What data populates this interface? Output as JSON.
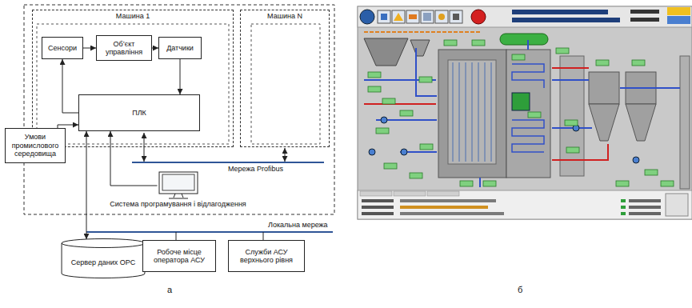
{
  "diagram": {
    "nodes": [
      {
        "text": [
          "Машина 1"
        ]
      },
      {
        "text": [
          "Сенсори"
        ],
        "in": 0
      },
      {
        "text": [
          "Об’єкт управління"
        ],
        "in": 0
      },
      {
        "text": [
          "Датчики"
        ],
        "in": 0
      },
      {
        "text": [
          "ПЛК"
        ],
        "in": 0
      },
      {
        "text": [
          "Машина N"
        ]
      },
      {
        "text": [
          "Умови промислового середовища"
        ]
      },
      {
        "text": [
          "Система програмування і відлагодження"
        ]
      },
      {
        "text": [
          "Сервер даних OPC"
        ]
      },
      {
        "text": [
          "Робоче місце оператора АСУ"
        ]
      },
      {
        "text": [
          "Служби АСУ верхнього рівня"
        ]
      }
    ],
    "edges": [
      {
        "from": 1,
        "to": 2,
        "arrow": "to"
      },
      {
        "from": 2,
        "to": 3,
        "arrow": "to"
      },
      {
        "from": 3,
        "to": 4,
        "arrow": "to"
      },
      {
        "from": 4,
        "to": 1,
        "arrow": "to"
      },
      {
        "from": 6,
        "to": 4,
        "arrow": "to"
      },
      {
        "from": 7,
        "to": 4,
        "arrow": "to"
      },
      {
        "from": 8,
        "to": 4,
        "arrow": "both"
      }
    ],
    "labels": [
      "Мережа Profibus",
      "Локальна мережа",
      "а",
      "б"
    ]
  }
}
